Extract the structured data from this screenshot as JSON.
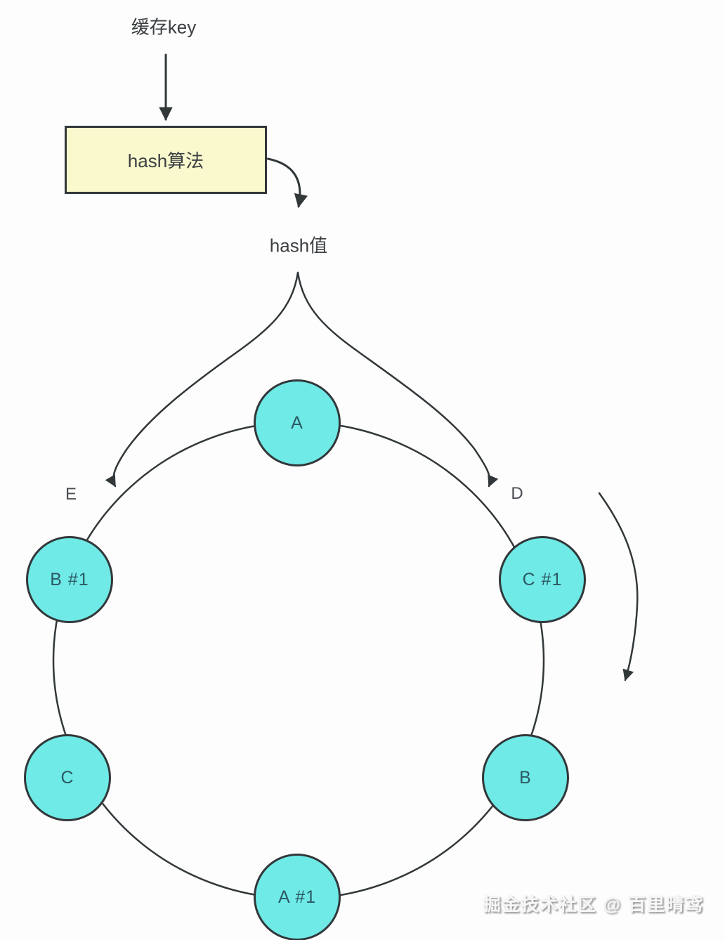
{
  "diagram": {
    "cache_key_label": "缓存key",
    "hash_box_label": "hash算法",
    "hash_value_label": "hash值",
    "point_labels": {
      "left": "E",
      "right": "D"
    },
    "nodes": [
      {
        "id": "A",
        "label": "A"
      },
      {
        "id": "C1",
        "label": "C #1"
      },
      {
        "id": "B",
        "label": "B"
      },
      {
        "id": "A1",
        "label": "A #1"
      },
      {
        "id": "C",
        "label": "C"
      },
      {
        "id": "B1",
        "label": "B #1"
      }
    ],
    "watermark": "掘金技术社区 @ 百里晴鸢",
    "colors": {
      "node_fill": "#6FEAE6",
      "box_fill": "#F9F9CD",
      "line": "#32373A",
      "node_text": "#2C5964"
    }
  }
}
